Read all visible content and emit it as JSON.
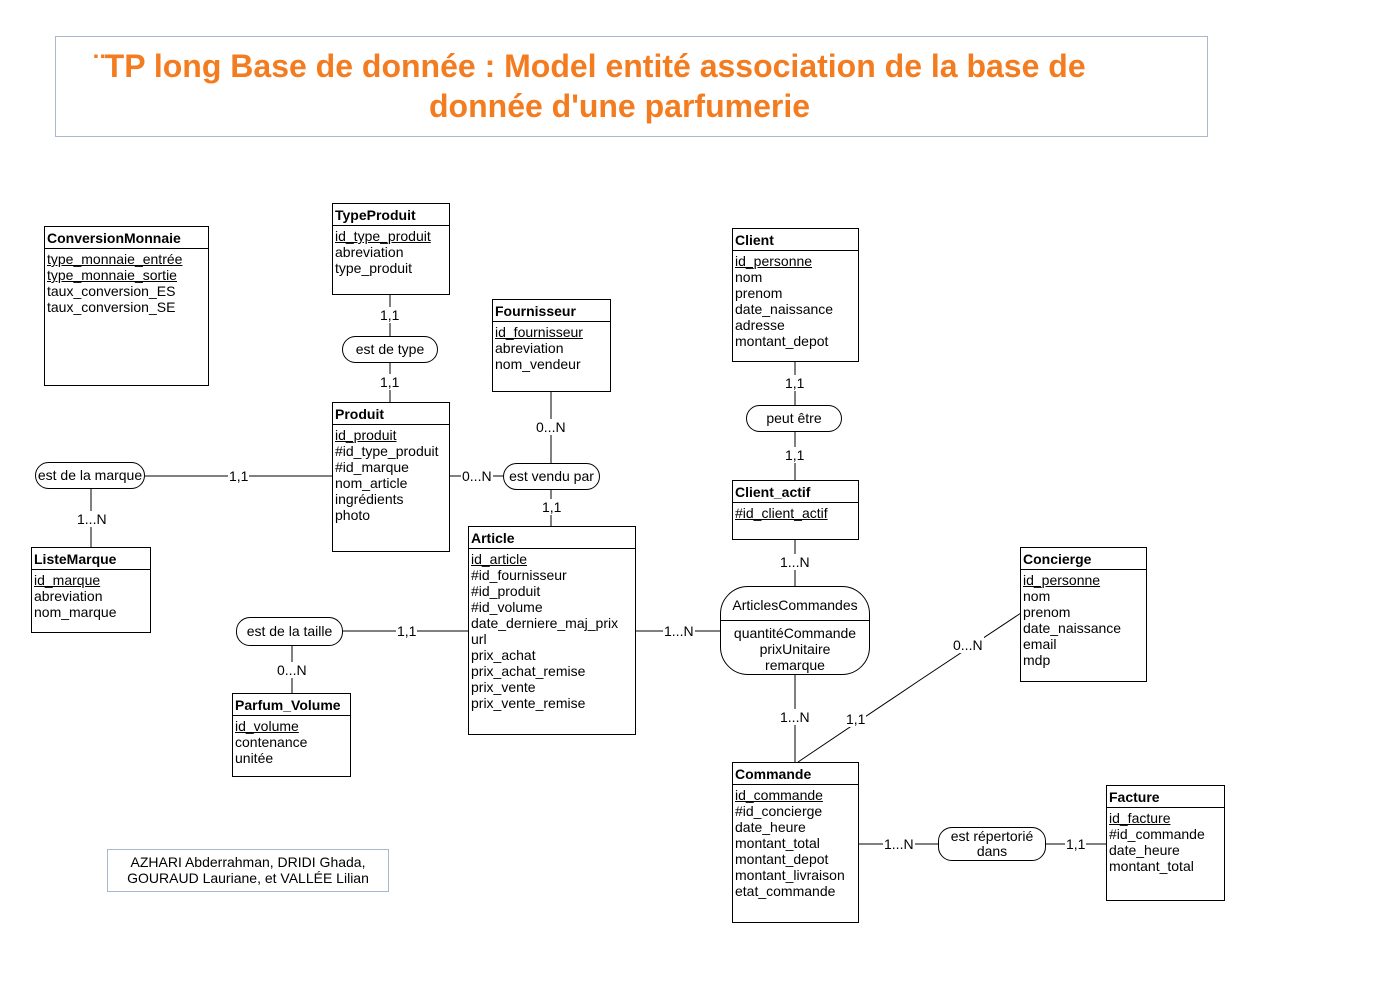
{
  "title": {
    "line1": "¨TP long Base de donnée : Model entité association de la base de",
    "line2": "donnée d'une parfumerie"
  },
  "authors": {
    "line1": "AZHARI Abderrahman, DRIDI Ghada,",
    "line2": "GOURAUD Lauriane, et VALLÉE Lilian"
  },
  "colors": {
    "title": "#f47c20",
    "frame": "#a9b8cc"
  },
  "entities": {
    "conversion": {
      "name": "ConversionMonnaie",
      "attrs": [
        "type_monnaie_entrée ",
        "type_monnaie_sortie",
        "taux_conversion_ES",
        "taux_conversion_SE"
      ]
    },
    "typeproduit": {
      "name": "TypeProduit",
      "attrs": [
        "id_type_produit",
        "abreviation",
        "type_produit"
      ]
    },
    "fournisseur": {
      "name": "Fournisseur",
      "attrs": [
        "id_fournisseur",
        "abreviation",
        "nom_vendeur"
      ]
    },
    "client": {
      "name": "Client",
      "attrs": [
        "id_personne",
        "nom",
        "prenom",
        "date_naissance",
        "adresse",
        "montant_depot"
      ]
    },
    "produit": {
      "name": "Produit",
      "attrs": [
        "id_produit",
        "#id_type_produit",
        "#id_marque",
        "nom_article",
        "ingrédients",
        "photo"
      ]
    },
    "clientactif": {
      "name": "Client_actif",
      "attrs": [
        "#id_client_actif"
      ]
    },
    "listemarque": {
      "name": "ListeMarque",
      "attrs": [
        "id_marque",
        "abreviation",
        "nom_marque"
      ]
    },
    "article": {
      "name": "Article",
      "attrs": [
        "id_article",
        "#id_fournisseur",
        "#id_produit",
        "#id_volume",
        "date_derniere_maj_prix",
        "url",
        "prix_achat",
        "prix_achat_remise",
        "prix_vente",
        "prix_vente_remise"
      ]
    },
    "concierge": {
      "name": "Concierge",
      "attrs": [
        "id_personne",
        "nom",
        "prenom",
        "date_naissance",
        "email",
        "mdp"
      ]
    },
    "parfumvolume": {
      "name": "Parfum_Volume",
      "attrs": [
        "id_volume",
        "contenance",
        "unitée"
      ]
    },
    "commande": {
      "name": "Commande",
      "attrs": [
        "id_commande",
        "#id_concierge",
        "date_heure",
        "montant_total",
        "montant_depot",
        "montant_livraison",
        "etat_commande"
      ]
    },
    "facture": {
      "name": "Facture",
      "attrs": [
        "id_facture",
        "#id_commande",
        "date_heure",
        "montant_total"
      ]
    }
  },
  "associations": {
    "est_de_type": "est de type",
    "peut_etre": "peut être",
    "est_de_la_marque": "est de la marque",
    "est_vendu_par": "est vendu par",
    "est_de_la_taille": "est de la taille",
    "est_repertorie_line1": "est répertorié",
    "est_repertorie_line2": "dans",
    "articles_commandes": {
      "name": "ArticlesCommandes",
      "attrs": [
        "quantitéCommande",
        "prixUnitaire",
        "remarque"
      ]
    }
  },
  "cardinalities": {
    "typeproduit_esttype": "1,1",
    "produit_esttype": "1,1",
    "fournisseur_vendu": "0...N",
    "client_peut": "1,1",
    "clientactif_peut": "1,1",
    "produit_marque": "1,1",
    "listemarque_marque": "1...N",
    "produit_vendu": "0...N",
    "article_vendu": "1,1",
    "clientactif_ac": "1...N",
    "article_taille": "1,1",
    "volume_taille": "0...N",
    "article_ac": "1...N",
    "commande_ac": "1...N",
    "concierge_cmd": "0...N",
    "commande_concierge": "1,1",
    "commande_facture": "1...N",
    "facture_rep": "1,1"
  }
}
